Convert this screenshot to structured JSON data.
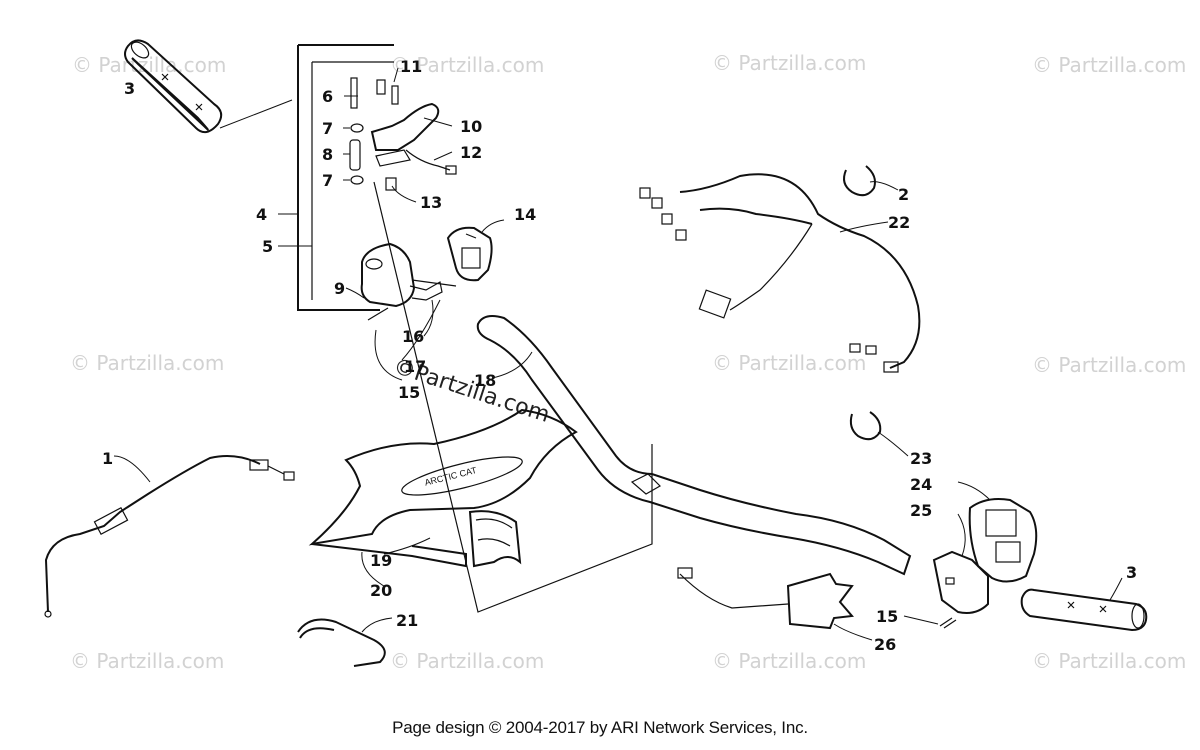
{
  "watermarks": {
    "tile_text": "© Partzilla.com",
    "center_text": "©Partzilla.com"
  },
  "callouts": {
    "c1": "1",
    "c2": "2",
    "c3a": "3",
    "c3b": "3",
    "c4": "4",
    "c5": "5",
    "c6": "6",
    "c7a": "7",
    "c7b": "7",
    "c8": "8",
    "c9": "9",
    "c10": "10",
    "c11": "11",
    "c12": "12",
    "c13": "13",
    "c14": "14",
    "c15a": "15",
    "c15b": "15",
    "c16": "16",
    "c17": "17",
    "c18": "18",
    "c19": "19",
    "c20": "20",
    "c21": "21",
    "c22": "22",
    "c23": "23",
    "c24": "24",
    "c25": "25",
    "c26": "26"
  },
  "footer": {
    "text": "Page design © 2004-2017 by ARI Network Services, Inc."
  },
  "colors": {
    "line": "#111111",
    "watermark": "#d2d2d2",
    "background": "#ffffff"
  }
}
